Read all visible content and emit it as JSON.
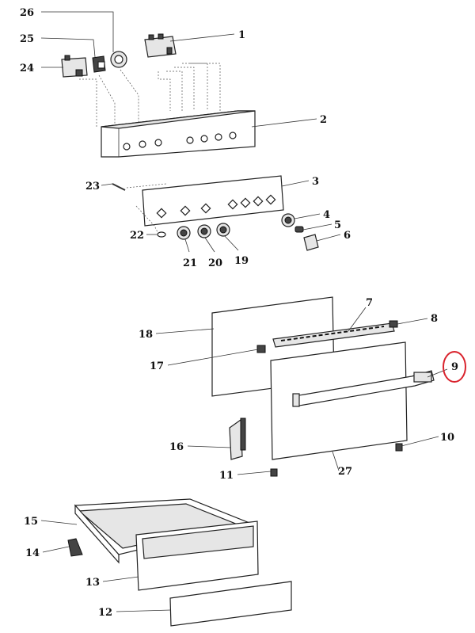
{
  "diagram": {
    "type": "exploded-parts-diagram",
    "labels": {
      "p1": "1",
      "p2": "2",
      "p3": "3",
      "p4": "4",
      "p5": "5",
      "p6": "6",
      "p7": "7",
      "p8": "8",
      "p9": "9",
      "p10": "10",
      "p11": "11",
      "p12": "12",
      "p13": "13",
      "p14": "14",
      "p15": "15",
      "p16": "16",
      "p17": "17",
      "p18": "18",
      "p19": "19",
      "p20": "20",
      "p21": "21",
      "p22": "22",
      "p23": "23",
      "p24": "24",
      "p25": "25",
      "p26": "26",
      "p27": "27"
    },
    "highlighted_part": "9",
    "highlight_color": "#d9232d"
  }
}
